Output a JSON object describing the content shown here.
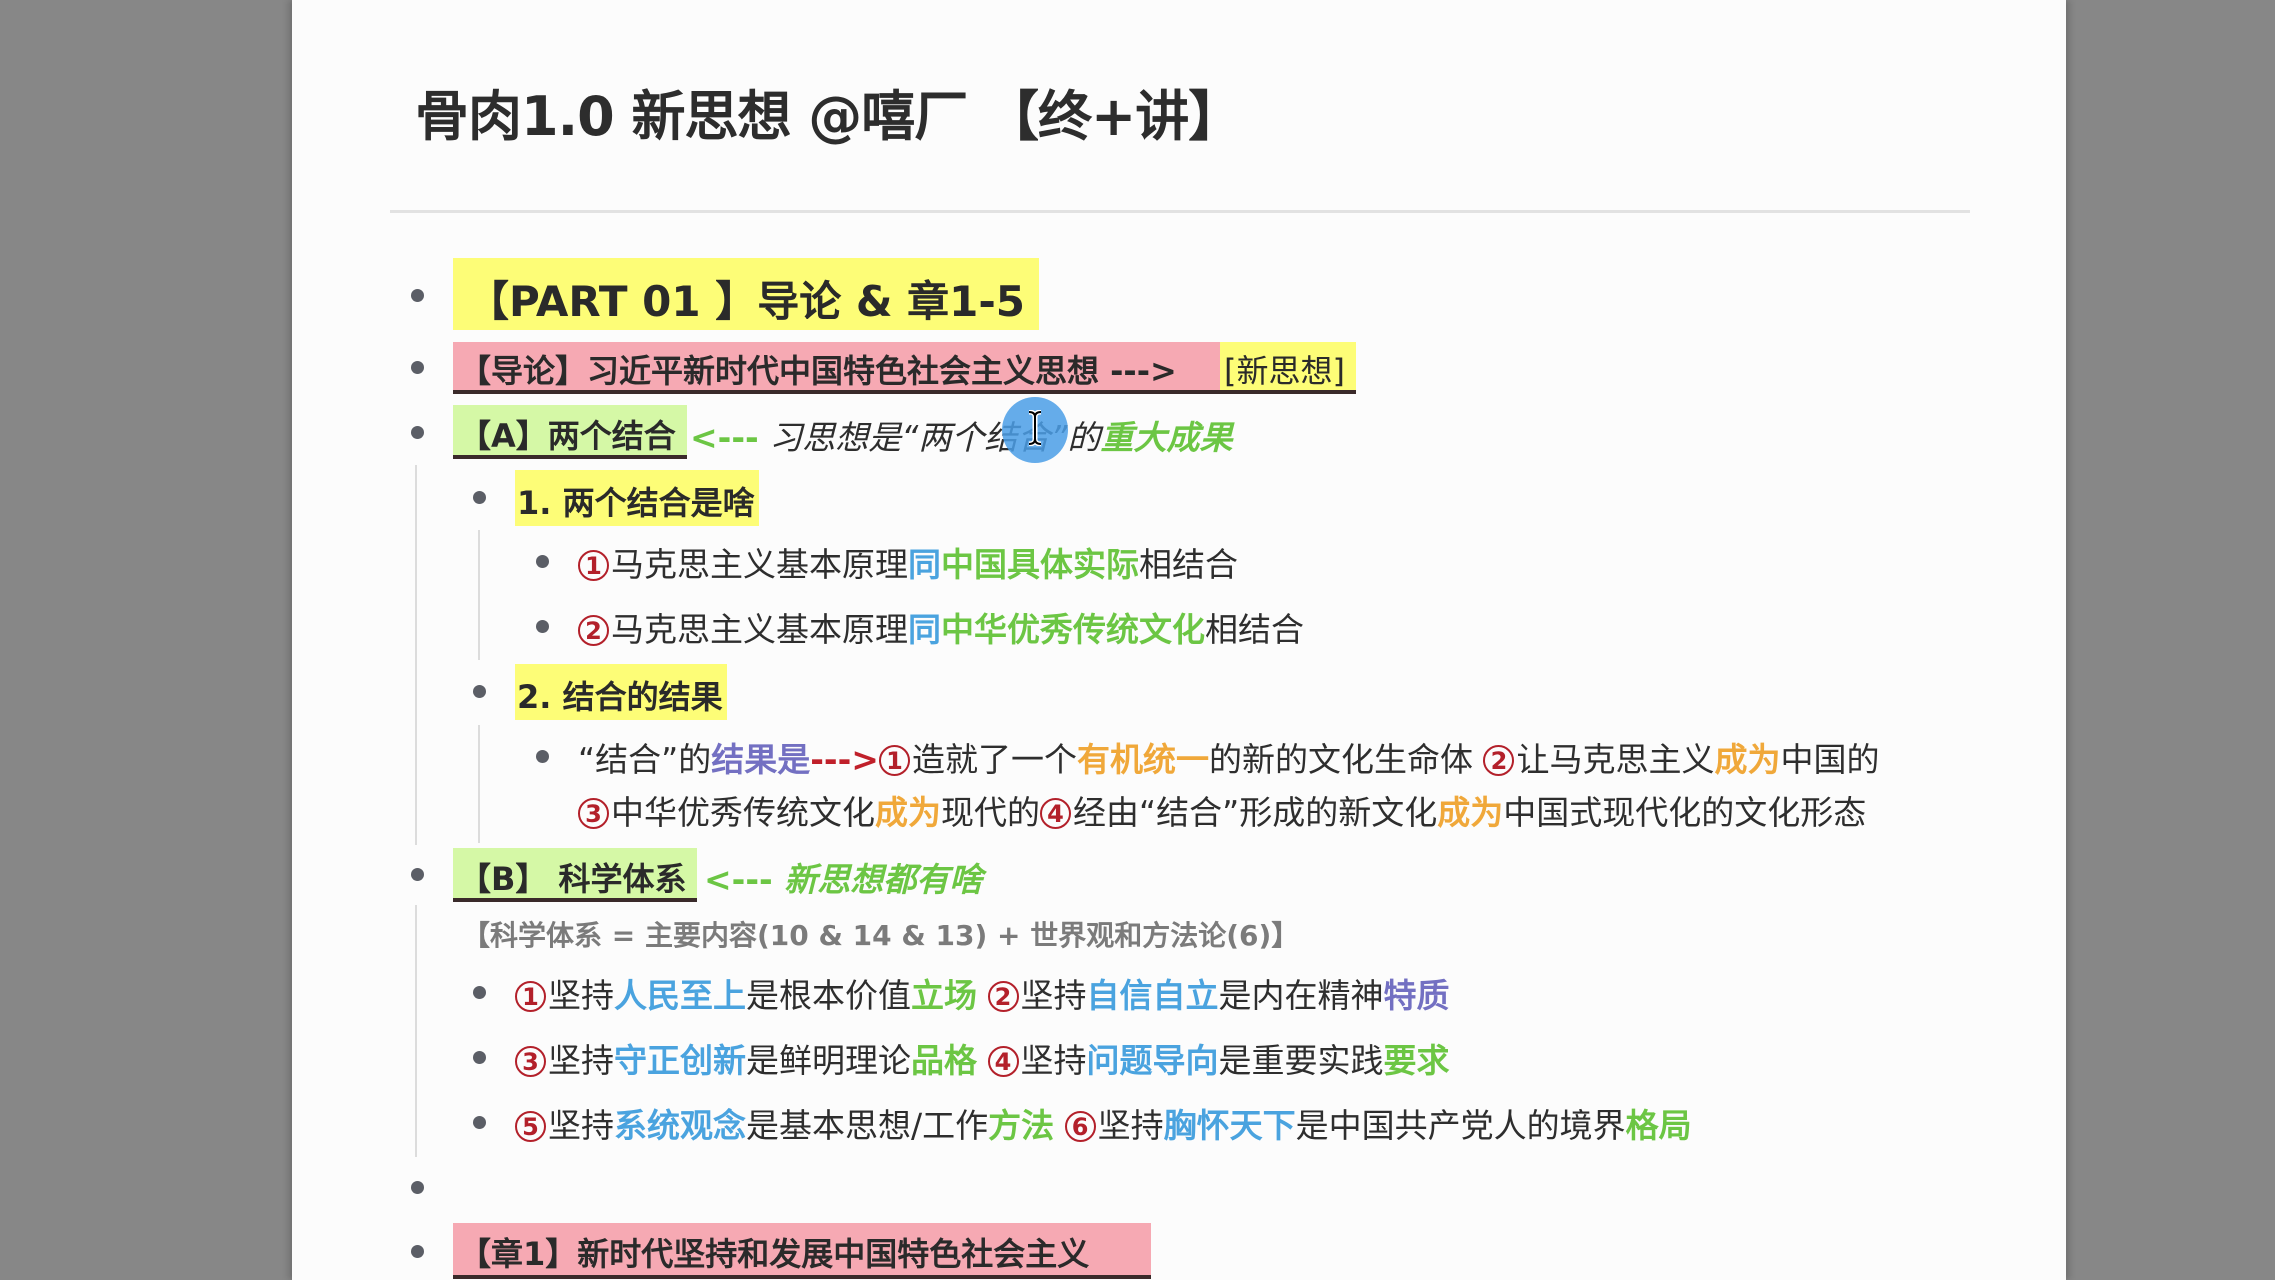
{
  "document": {
    "title": "骨肉1.0 新思想 @嘻厂 【终+讲】"
  },
  "outline": {
    "part": {
      "label": "【PART 01 】导论 & 章1-5"
    },
    "intro": {
      "label": "【导论】习近平新时代中国特色社会主义思想 --->",
      "tag": "[新思想]"
    },
    "sectionA": {
      "label": "【A】两个结合",
      "arrow": "<---",
      "note": " 习思想是“两个结合”的",
      "note_emph": "重大成果",
      "sub1": {
        "label": "1. 两个结合是啥",
        "items": [
          {
            "num": "1",
            "pre": "马克思主义基本原理",
            "tong": "同",
            "emph": "中国具体实际",
            "post": "相结合"
          },
          {
            "num": "2",
            "pre": "马克思主义基本原理",
            "tong": "同",
            "emph": "中华优秀传统文化",
            "post": "相结合"
          }
        ]
      },
      "sub2": {
        "label": "2. 结合的结果",
        "line1": {
          "a": "“结合”的",
          "b": "结果是",
          "arrow": "--->",
          "n1": "1",
          "c": "造就了一个",
          "d": "有机统一",
          "e": "的新的文化生命体 ",
          "n2": "2",
          "f": "让马克思主义",
          "g": "成为",
          "h": "中国的"
        },
        "line2": {
          "n3": "3",
          "a": "中华优秀传统文化",
          "b": "成为",
          "c": "现代的",
          "n4": "4",
          "d": "经由“结合”形成的新文化",
          "e": "成为",
          "f": "中国式现代化的文化形态"
        }
      }
    },
    "sectionB": {
      "label": "【B】 科学体系",
      "arrow": "<---",
      "note": " 新思想都有啥",
      "formula": "【科学体系 = 主要内容(10 & 14 & 13) + 世界观和方法论(6)】",
      "rows": [
        {
          "n1": "1",
          "a1": "坚持",
          "b1": "人民至上",
          "c1": "是根本价值",
          "d1": "立场",
          "n2": "2",
          "a2": "坚持",
          "b2": "自信自立",
          "c2": "是内在精神",
          "d2": "特质"
        },
        {
          "n1": "3",
          "a1": "坚持",
          "b1": "守正创新",
          "c1": "是鲜明理论",
          "d1": "品格",
          "n2": "4",
          "a2": "坚持",
          "b2": "问题导向",
          "c2": "是重要实践",
          "d2": "要求"
        },
        {
          "n1": "5",
          "a1": "坚持",
          "b1": "系统观念",
          "c1": "是基本思想/工作",
          "d1": "方法",
          "n2": "6",
          "a2": "坚持",
          "b2": "胸怀天下",
          "c2": "是中国共产党人的境界",
          "d2": "格局"
        }
      ]
    },
    "chapter1": {
      "label": "【章1】新时代坚持和发展中国特色社会主义"
    }
  },
  "colors": {
    "page_bg": "#fcfcfc",
    "outer_bg": "#878787",
    "highlight_yellow": "#fdfd77",
    "highlight_pink": "#f6a9b3",
    "highlight_green": "#d5f8a6",
    "text_blue": "#4aa3df",
    "text_green": "#6cc644",
    "text_orange": "#f0a83a",
    "text_purple": "#7370c2",
    "number_red": "#b3202a"
  }
}
